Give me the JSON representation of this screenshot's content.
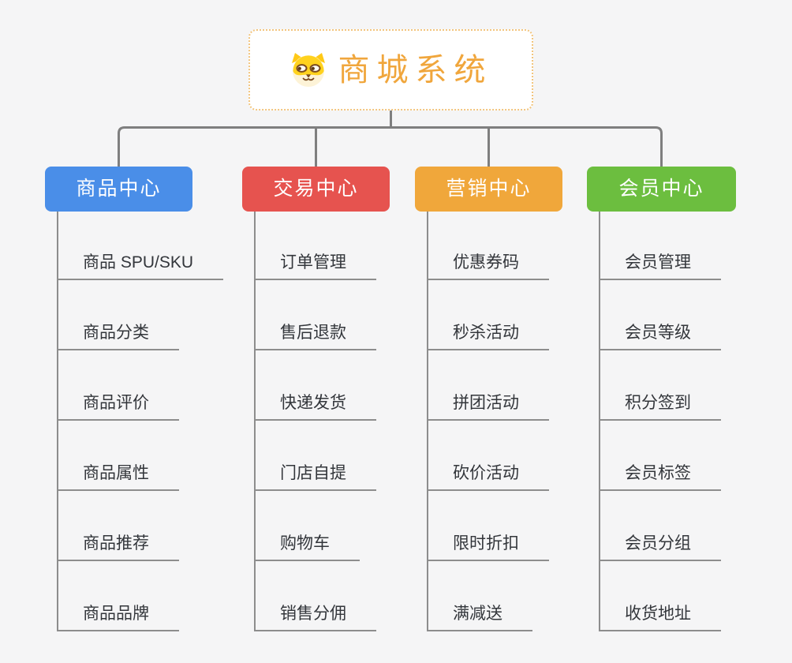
{
  "root": {
    "title": "商城系统",
    "icon": "dog-face-icon",
    "border_color": "#f2c57e",
    "title_color": "#f0a63c",
    "background": "#ffffff"
  },
  "branches": [
    {
      "label": "商品中心",
      "color": "#4a8ee8",
      "items": [
        "商品 SPU/SKU",
        "商品分类",
        "商品评价",
        "商品属性",
        "商品推荐",
        "商品品牌"
      ]
    },
    {
      "label": "交易中心",
      "color": "#e6534f",
      "items": [
        "订单管理",
        "售后退款",
        "快递发货",
        "门店自提",
        "购物车",
        "销售分佣"
      ]
    },
    {
      "label": "营销中心",
      "color": "#f0a73b",
      "items": [
        "优惠券码",
        "秒杀活动",
        "拼团活动",
        "砍价活动",
        "限时折扣",
        "满减送"
      ]
    },
    {
      "label": "会员中心",
      "color": "#6cbe3f",
      "items": [
        "会员管理",
        "会员等级",
        "积分签到",
        "会员标签",
        "会员分组",
        "收货地址"
      ]
    }
  ],
  "colors": {
    "canvas_background": "#f5f5f6",
    "connector_line": "#7f7f7f",
    "leaf_line": "#8d8d8d",
    "leaf_text": "#33363b",
    "branch_text": "#ffffff"
  }
}
